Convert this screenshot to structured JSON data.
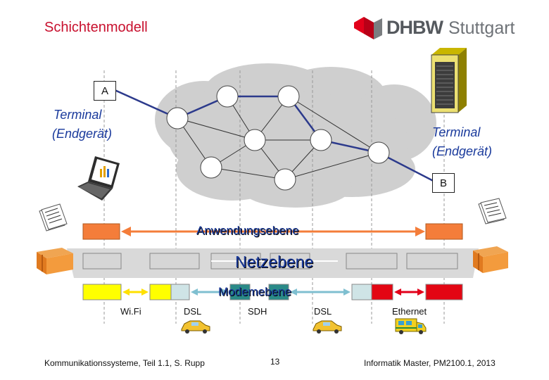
{
  "header": {
    "title": "Schichtenmodell"
  },
  "logo": {
    "brand": "DHBW",
    "city": "Stuttgart",
    "colors": {
      "red": "#e2001a",
      "grey": "#5a5e63"
    }
  },
  "terminal_a": {
    "tag": "A",
    "line1": "Terminal",
    "line2": "(Endgerät)"
  },
  "terminal_b": {
    "tag": "B",
    "line1": "Terminal",
    "line2": "(Endgerät)"
  },
  "layers": {
    "application": "Anwendungsebene",
    "network": "Netzebene",
    "modem": "Modemebene"
  },
  "link_technologies": [
    "Wi.Fi",
    "DSL",
    "SDH",
    "DSL",
    "Ethernet"
  ],
  "footer": {
    "left": "Kommunikationssysteme, Teil 1.1, S. Rupp",
    "page": "13",
    "right": "Informatik Master, PM2100.1, 2013"
  },
  "icons": [
    "laptop-icon",
    "server-rack-icon",
    "document-icon",
    "package-icon",
    "car-icon",
    "van-icon"
  ],
  "colors": {
    "text_blue": "#1a3a9c",
    "title_red": "#c8102e",
    "app_orange": "#f47d3a",
    "arrow_app": "#f47d3a",
    "arrow_eth": "#e2001a",
    "modem_yellow": "#ffff00",
    "modem_teal": "#2a8a88",
    "modem_red": "#e30613",
    "cloud_grey": "#cfcfcf",
    "path_blue": "#2c3a8c"
  }
}
